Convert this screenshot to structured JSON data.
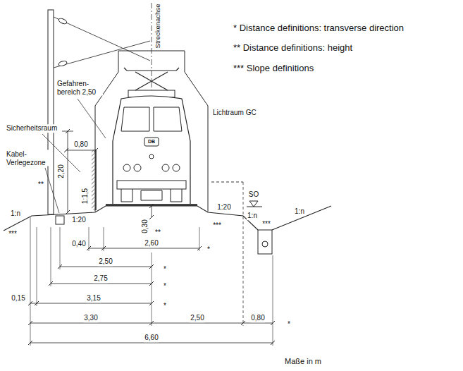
{
  "diagram": {
    "labels": [
      "Streckenachse",
      "* Distance definitions: transverse direction",
      "** Distance definitions: height",
      "*** Slope definitions",
      "Gefahren- bereich 2,50",
      "Sicherheitsraum",
      "Kabel- Verlegezone",
      "0,80",
      "Lichtraum GC",
      "DB",
      "**",
      "2,20",
      "1:20",
      "1:1,5",
      "SO",
      "1:20",
      "1:n",
      "1:n",
      "***",
      "1:n",
      "***",
      "***",
      "0,30",
      "**",
      "0,40",
      "2,60",
      "*",
      "2,50",
      "*",
      "2,75",
      "*",
      "0,15",
      "3,15",
      "*",
      "3,30",
      "2,50",
      "0,80",
      "*",
      "6,60",
      "Maße in m"
    ]
  }
}
